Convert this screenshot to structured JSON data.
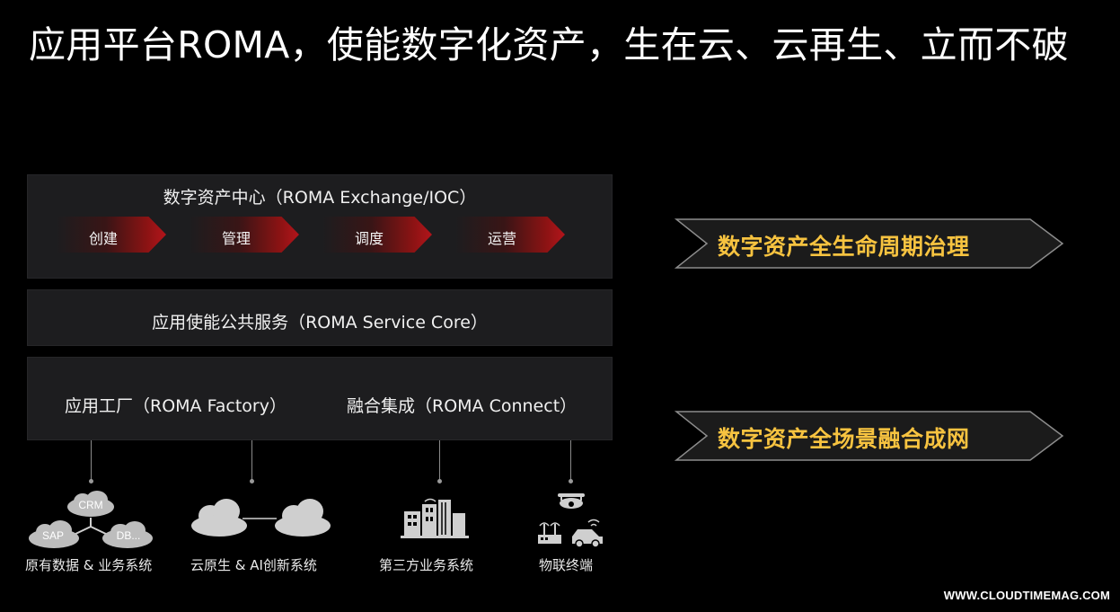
{
  "title": "应用平台ROMA，使能数字化资产，生在云、云再生、立而不破",
  "panels": {
    "exchange": {
      "title": "数字资产中心（ROMA Exchange/IOC）",
      "stages": [
        {
          "label": "创建"
        },
        {
          "label": "管理"
        },
        {
          "label": "调度"
        },
        {
          "label": "运营"
        }
      ]
    },
    "service": {
      "title": "应用使能公共服务（ROMA Service Core）"
    },
    "base": {
      "left_title": "应用工厂（ROMA Factory）",
      "right_title": "融合集成（ROMA Connect）"
    }
  },
  "banners": [
    {
      "text": "数字资产全生命周期治理"
    },
    {
      "text": "数字资产全场景融合成网"
    }
  ],
  "systems": [
    {
      "label": "原有数据 & 业务系统",
      "icon": "legacy-data-icon",
      "nodes": [
        "CRM",
        "SAP",
        "DB..."
      ]
    },
    {
      "label": "云原生 & AI创新系统",
      "icon": "cloud-native-icon"
    },
    {
      "label": "第三方业务系统",
      "icon": "third-party-buildings-icon"
    },
    {
      "label": "物联终端",
      "icon": "iot-terminals-icon"
    }
  ],
  "watermark": "WWW.CLOUDTIMEMAG.COM",
  "colors": {
    "background": "#000000",
    "panel": "#1d1d1f",
    "accent_red": "#b3141b",
    "banner_text": "#f7c340",
    "icon_gray": "#cfcfcf"
  }
}
